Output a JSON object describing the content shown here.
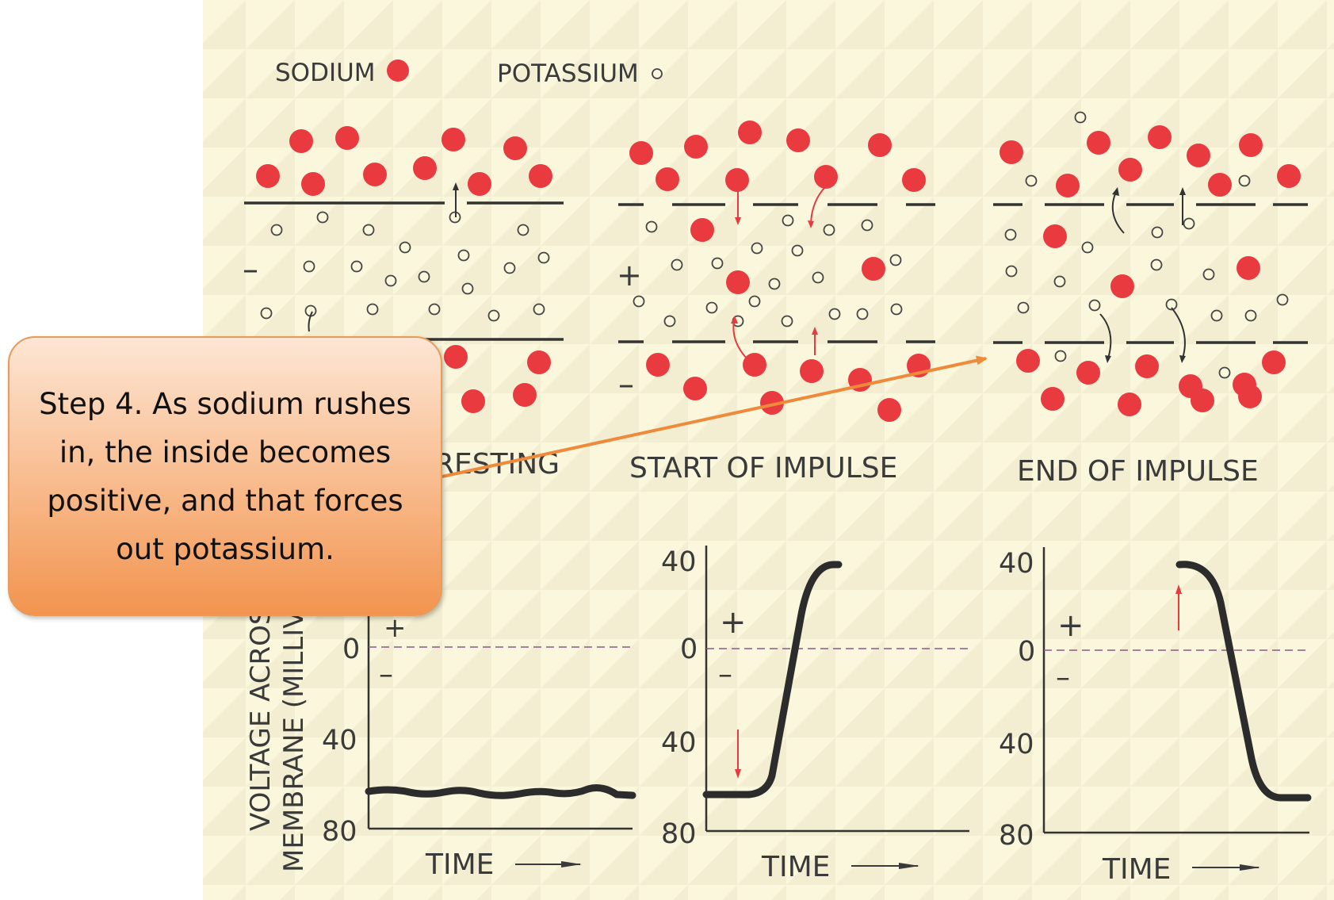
{
  "legend": {
    "sodium": "SODIUM",
    "potassium": "POTASSIUM"
  },
  "signs": {
    "plus": "+",
    "minus": "–"
  },
  "panels": [
    {
      "id": "resting",
      "title": "RESTING"
    },
    {
      "id": "start-impulse",
      "title": "START OF IMPULSE"
    },
    {
      "id": "end-impulse",
      "title": "END OF IMPULSE"
    }
  ],
  "graph": {
    "y_ticks": [
      "40",
      "0",
      "40",
      "80"
    ],
    "x_label": "TIME",
    "y_label_1": "VOLTAGE ACROSS",
    "y_label_2": "MEMBRANE (MILLIVOLTS)"
  },
  "callout": {
    "text": "Step 4. As sodium rushes in, the  inside becomes  positive, and that forces out potassium."
  },
  "colors": {
    "sodium": "#e83a3f",
    "paper": "#fbf7dd",
    "callout_border": "#e79a5a",
    "arrow": "#ee8a3a",
    "trace": "#2c2c2c"
  }
}
